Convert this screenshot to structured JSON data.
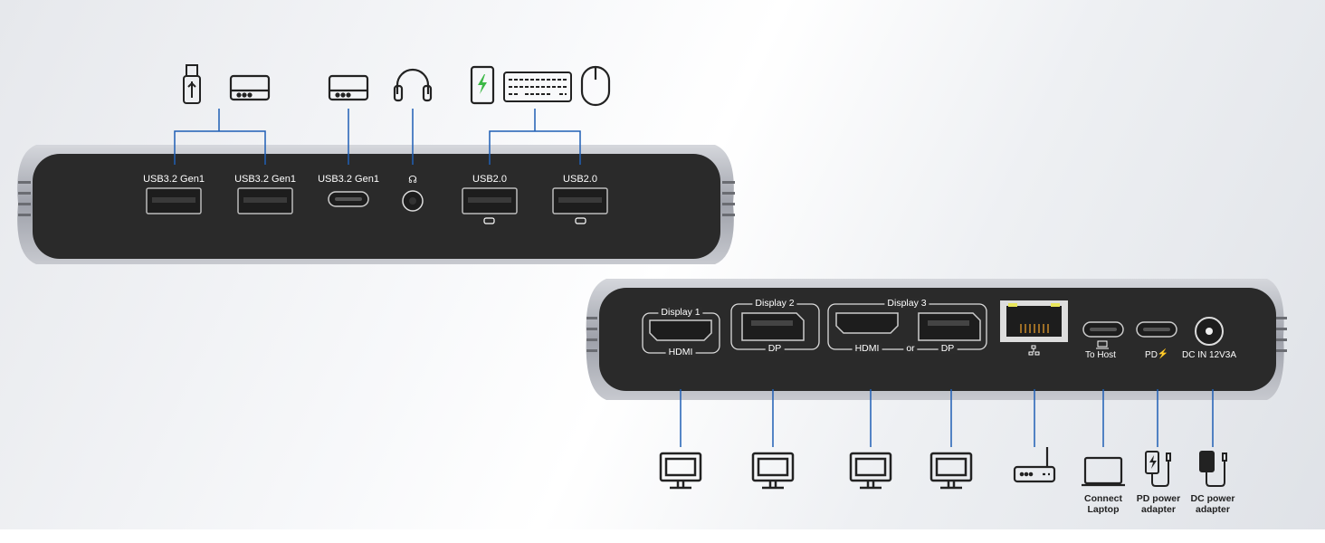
{
  "front_panel": {
    "ports": [
      {
        "label": "USB3.2 Gen1",
        "type": "usb-a"
      },
      {
        "label": "USB3.2 Gen1",
        "type": "usb-a"
      },
      {
        "label": "USB3.2 Gen1",
        "type": "usb-c"
      },
      {
        "label": "",
        "type": "audio-jack",
        "icon": "headset-icon"
      },
      {
        "label": "USB2.0",
        "type": "usb-a"
      },
      {
        "label": "USB2.0",
        "type": "usb-a"
      }
    ],
    "devices": [
      "usb-stick-icon",
      "hard-drive-icon",
      "hard-drive-icon",
      "headphones-icon",
      "tablet-icon",
      "keyboard-icon",
      "mouse-icon"
    ]
  },
  "rear_panel": {
    "display1": {
      "title": "Display 1",
      "port": "HDMI"
    },
    "display2": {
      "title": "Display 2",
      "port": "DP"
    },
    "display3": {
      "title": "Display 3",
      "port_a": "HDMI",
      "or": "or",
      "port_b": "DP"
    },
    "ethernet_icon": "network-icon",
    "to_host": "To Host",
    "pd": "PD",
    "dc_in": "DC IN 12V3A"
  },
  "captions": {
    "laptop": [
      "Connect",
      "Laptop"
    ],
    "pd_adapter": [
      "PD power",
      "adapter"
    ],
    "dc_adapter": [
      "DC power",
      "adapter"
    ]
  },
  "colors": {
    "connector_line": "#1f5fb5",
    "body": "#2a2a2a",
    "rim": "#a9abb3"
  }
}
